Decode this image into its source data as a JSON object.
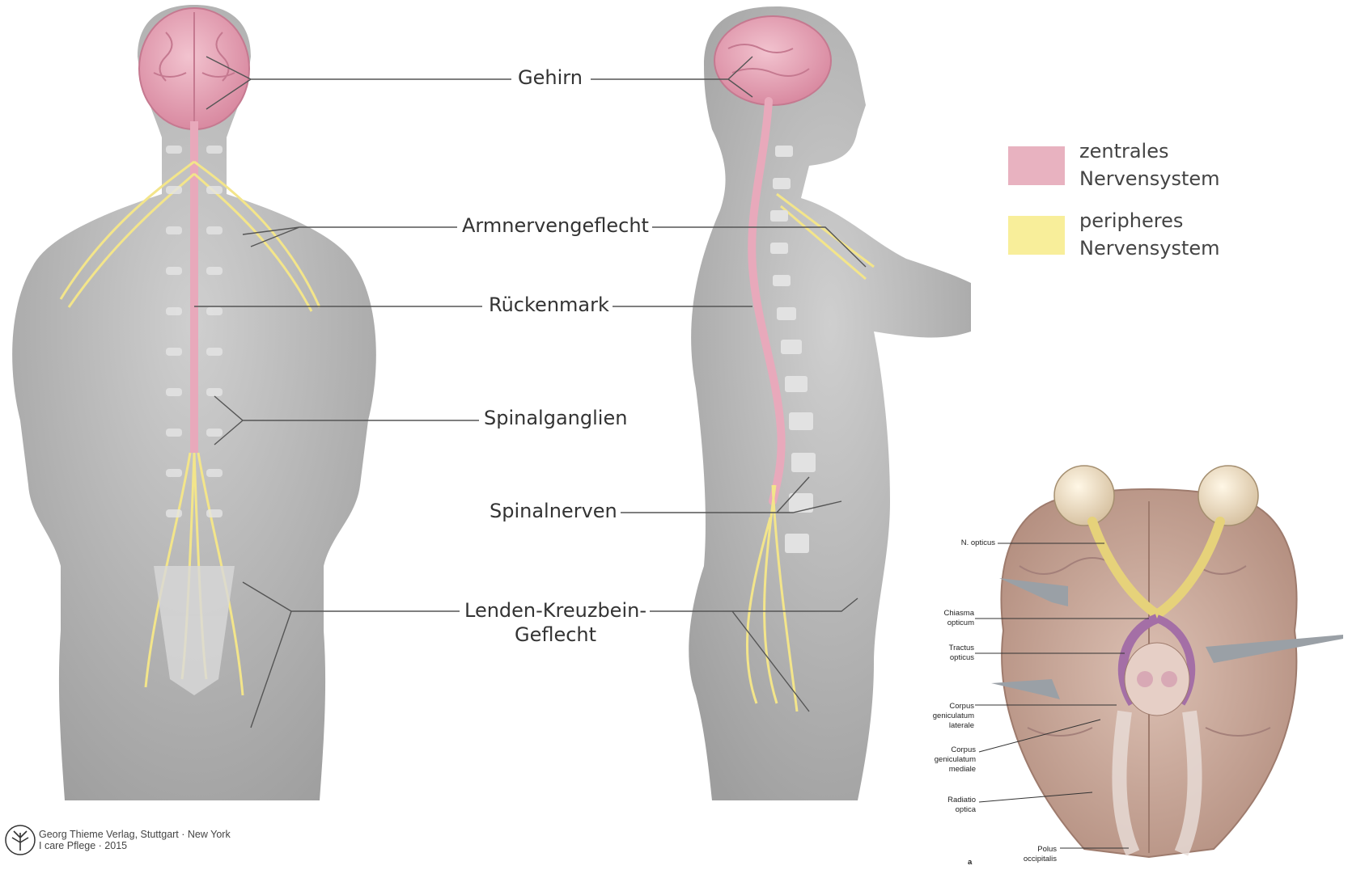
{
  "labels": {
    "gehirn": "Gehirn",
    "armnervengeflecht": "Armnervengeflecht",
    "rueckenmark": "Rückenmark",
    "spinalganglien": "Spinalganglien",
    "spinalnerven": "Spinalnerven",
    "lenden_line1": "Lenden-Kreuzbein-",
    "lenden_line2": "Geflecht"
  },
  "legend": {
    "central": {
      "line1": "zentrales",
      "line2": "Nervensystem",
      "color": "#e8b2c0"
    },
    "peripheral": {
      "line1": "peripheres",
      "line2": "Nervensystem",
      "color": "#f8ee9a"
    }
  },
  "brain_panel": {
    "n_opticus": "N. opticus",
    "chiasma_1": "Chiasma",
    "chiasma_2": "opticum",
    "tractus_1": "Tractus",
    "tractus_2": "opticus",
    "cgl_1": "Corpus",
    "cgl_2": "geniculatum",
    "cgl_3": "laterale",
    "cgm_1": "Corpus",
    "cgm_2": "geniculatum",
    "cgm_3": "mediale",
    "radiatio_1": "Radiatio",
    "radiatio_2": "optica",
    "polus_1": "Polus",
    "polus_2": "occipitalis",
    "panel_letter": "a"
  },
  "credit": {
    "line1": "Georg Thieme Verlag, Stuttgart · New York",
    "line2": "I care Pflege · 2015",
    "logo_icon": "tree-logo-icon"
  },
  "colors": {
    "body_gray": "#b9b9b9",
    "cns_pink": "#e8a9bb",
    "pns_yellow": "#f3e58a",
    "brain_tan": "#c9a99a"
  }
}
